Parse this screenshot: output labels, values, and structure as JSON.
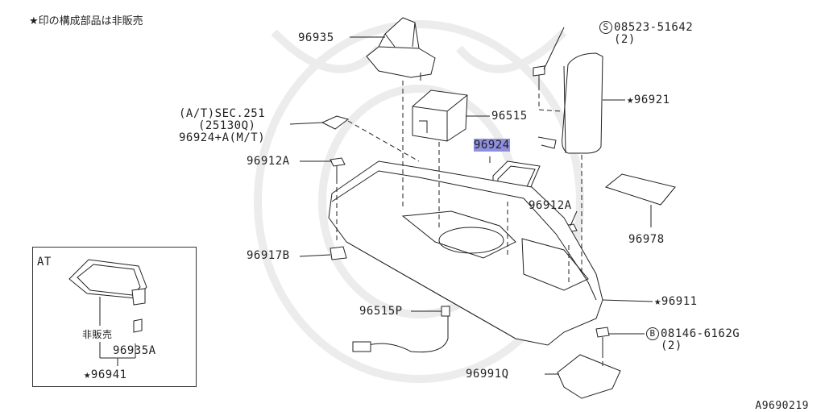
{
  "note": "★印の構成部品は非販売",
  "reference_code": "A9690219",
  "inset": {
    "label": "AT",
    "not_sold": "非販売",
    "part_a": "96935A",
    "part_b": "★96941"
  },
  "parts": {
    "p96935": "96935",
    "bolt_badge": "S",
    "bolt_s": "08523-51642",
    "bolt_s_qty": "(2)",
    "p96921": "★96921",
    "at_sec": "(A/T)SEC.251",
    "at_sec_code": "(25130Q)",
    "p96924a": "96924+A(M/T)",
    "p96515": "96515",
    "p96924": "96924",
    "p96912a_left": "96912A",
    "p96912a_right": "96912A",
    "p96978": "96978",
    "p96917b": "96917B",
    "p96911": "★96911",
    "p96515p": "96515P",
    "bolt_b_badge": "B",
    "bolt_b": "08146-6162G",
    "bolt_b_qty": "(2)",
    "p96991q": "96991Q"
  }
}
